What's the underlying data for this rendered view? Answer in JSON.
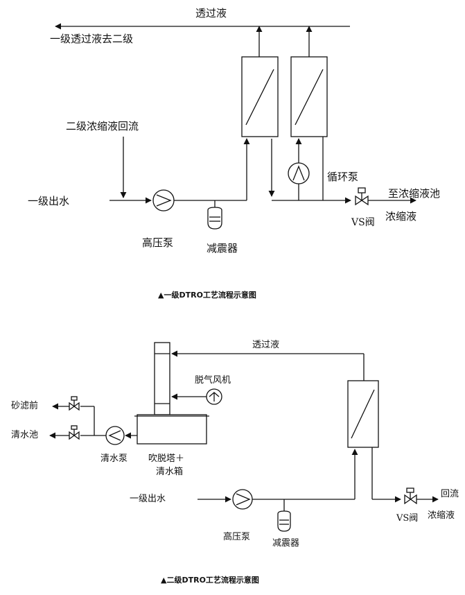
{
  "diagram1": {
    "caption": "▲一级DTRO工艺流程示意图",
    "permeate": "透过液",
    "permeate_to_stage2": "一级透过液去二级",
    "stage2_concentrate_return": "二级浓缩液回流",
    "stage1_outlet": "一级出水",
    "circulation_pump": "循环泵",
    "to_concentrate_tank": "至浓缩液池",
    "vs_valve": "VS阀",
    "concentrate": "浓缩液",
    "high_pressure_pump": "高压泵",
    "damper": "减震器"
  },
  "diagram2": {
    "caption": "▲二级DTRO工艺流程示意图",
    "permeate": "透过液",
    "degassing_fan": "脱气风机",
    "sand_filter_front": "砂滤前",
    "clean_water_tank_out": "清水池",
    "clean_water_pump": "清水泵",
    "stripper_tower_line1": "吹脱塔＋",
    "stripper_tower_line2": "清水箱",
    "stage1_outlet": "一级出水",
    "return_flow": "回流",
    "vs_valve": "VS阀",
    "concentrate": "浓缩液",
    "high_pressure_pump": "高压泵",
    "damper": "减震器"
  }
}
